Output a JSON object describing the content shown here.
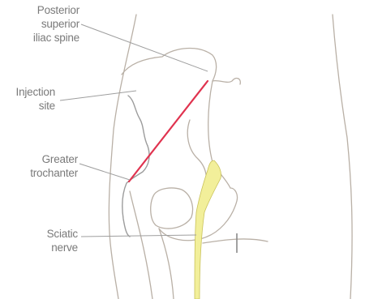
{
  "labels": {
    "psis": [
      "Posterior",
      "superior",
      "iliac spine"
    ],
    "injection": [
      "Injection",
      "site"
    ],
    "trochanter": [
      "Greater",
      "trochanter"
    ],
    "sciatic": [
      "Sciatic",
      "nerve"
    ]
  },
  "colors": {
    "outline": "#b9b0a6",
    "muscle_edge": "#9c9c9c",
    "injection_line": "#e0334f",
    "nerve_fill": "#f2ef9a",
    "nerve_stroke": "#c9c25a",
    "label_text": "#7a7a7a"
  }
}
